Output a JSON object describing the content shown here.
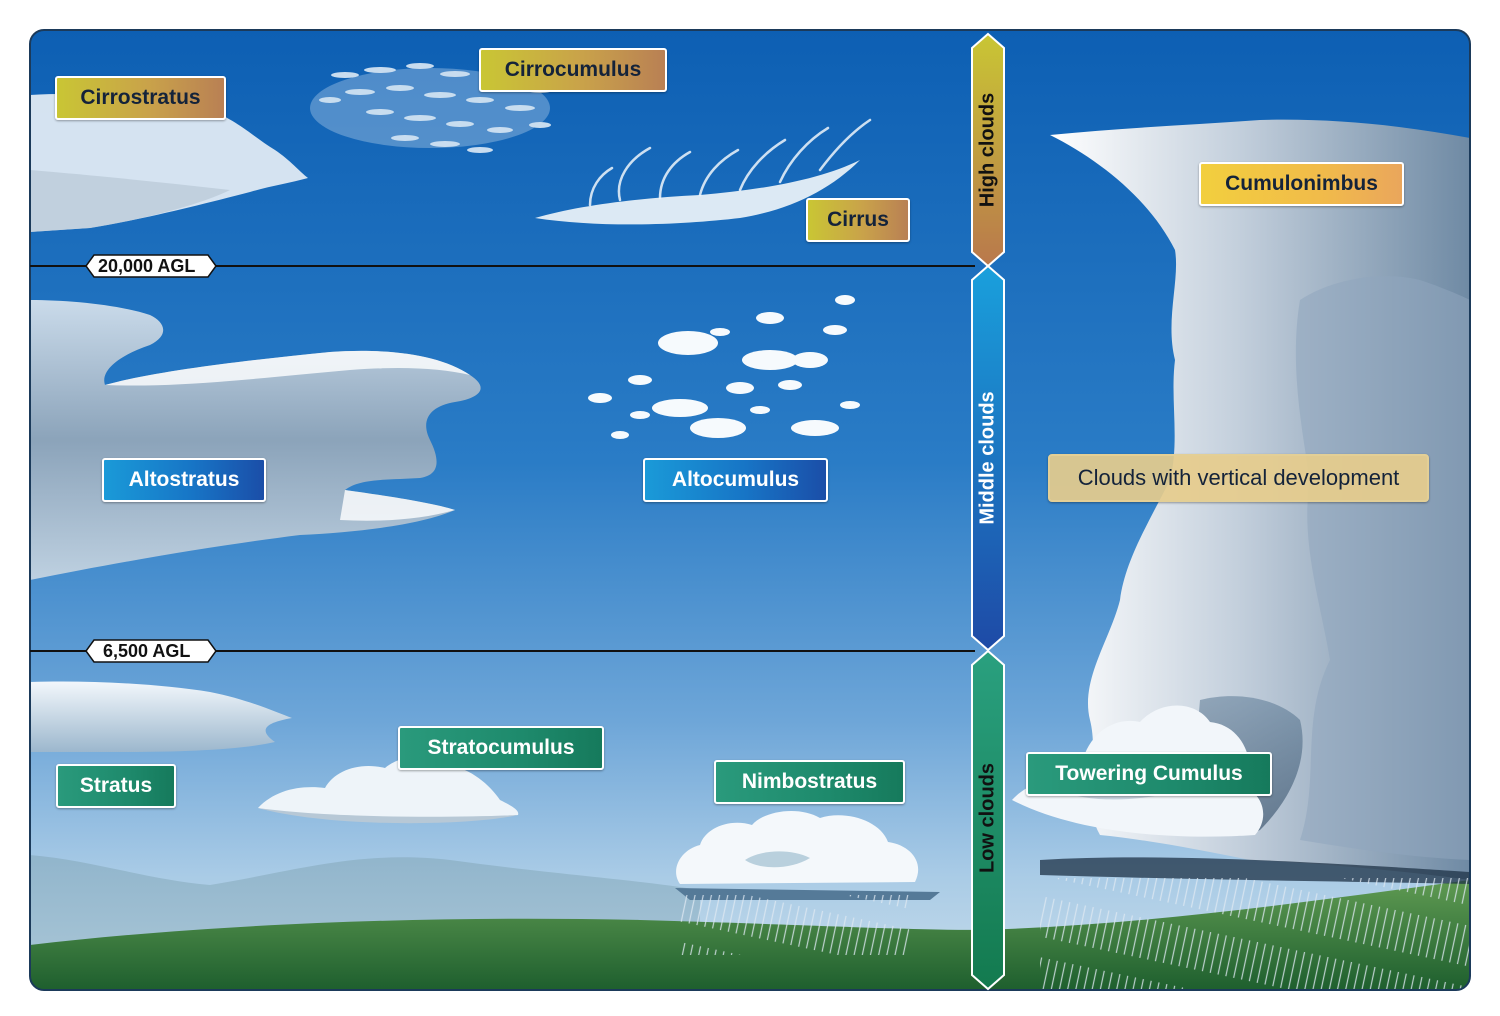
{
  "altitudes": {
    "high_boundary": "20,000 AGL",
    "low_boundary": "6,500 AGL"
  },
  "bands": {
    "high": "High clouds",
    "middle": "Middle clouds",
    "low": "Low clouds"
  },
  "clouds": {
    "cirrostratus": "Cirrostratus",
    "cirrocumulus": "Cirrocumulus",
    "cirrus": "Cirrus",
    "altostratus": "Altostratus",
    "altocumulus": "Altocumulus",
    "stratus": "Stratus",
    "stratocumulus": "Stratocumulus",
    "nimbostratus": "Nimbostratus",
    "cumulonimbus": "Cumulonimbus",
    "towering_cumulus": "Towering Cumulus"
  },
  "vertical_group": "Clouds with vertical development",
  "colors": {
    "high_band": "#c59a4a",
    "middle_band": "#1a78c8",
    "low_band": "#1e8a6c",
    "sky_top": "#0f63b6",
    "ground": "#2f7a3c"
  }
}
